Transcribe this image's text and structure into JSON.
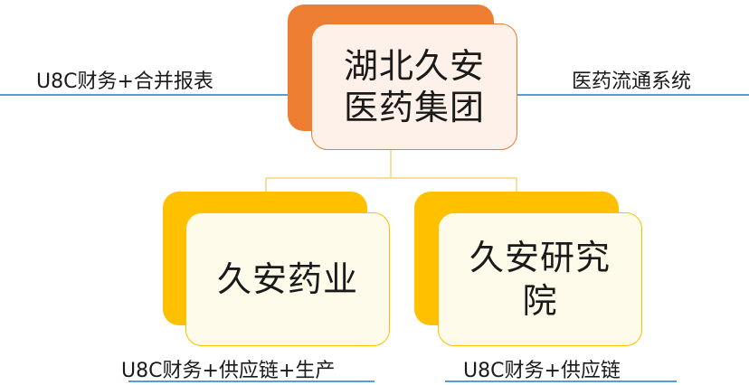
{
  "group": {
    "line1": "湖北久安",
    "line2": "医药集团"
  },
  "top_left_label": "U8C财务+合并报表",
  "top_right_label": "医药流通系统",
  "children": [
    {
      "line1": "久安药业",
      "line2": "",
      "label": "U8C财务+供应链+生产"
    },
    {
      "line1": "久安研究",
      "line2": "院",
      "label": "U8C财务+供应链"
    }
  ],
  "colors": {
    "group_accent": "#ed7d31",
    "group_fill": "#fdf1e9",
    "child_accent": "#ffc000",
    "child_fill": "#fffbea",
    "rule": "#5b9bd5",
    "connector": "#f3d37a"
  }
}
